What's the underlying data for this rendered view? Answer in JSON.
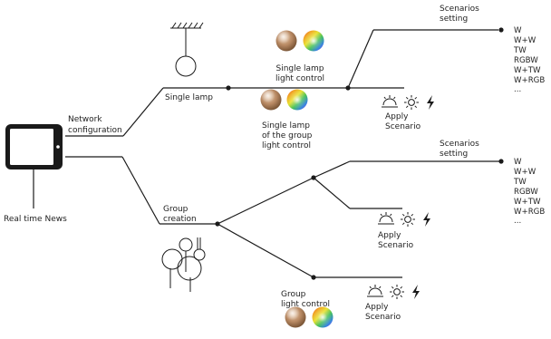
{
  "network_label": [
    "Network",
    "configuration"
  ],
  "realtime_label": "Real time News",
  "single_lamp_label": "Single lamp",
  "group_creation_label": [
    "Group",
    "creation"
  ],
  "single_lamp_control_label": [
    "Single lamp",
    "light control"
  ],
  "single_lamp_group_label": [
    "Single lamp",
    "of the group",
    "light control"
  ],
  "group_light_control_label": [
    "Group",
    "light control"
  ],
  "scenarios_setting_label": [
    "Scenarios",
    "setting"
  ],
  "apply_scenario_label": [
    "Apply",
    "Scenario"
  ],
  "light_modes": [
    "W",
    "W+W",
    "TW",
    "RGBW",
    "W+TW",
    "W+RGB",
    "..."
  ],
  "colors": {
    "line": "#1a1a1a",
    "text": "#222222",
    "lamp_bronze": "#b98a64"
  }
}
